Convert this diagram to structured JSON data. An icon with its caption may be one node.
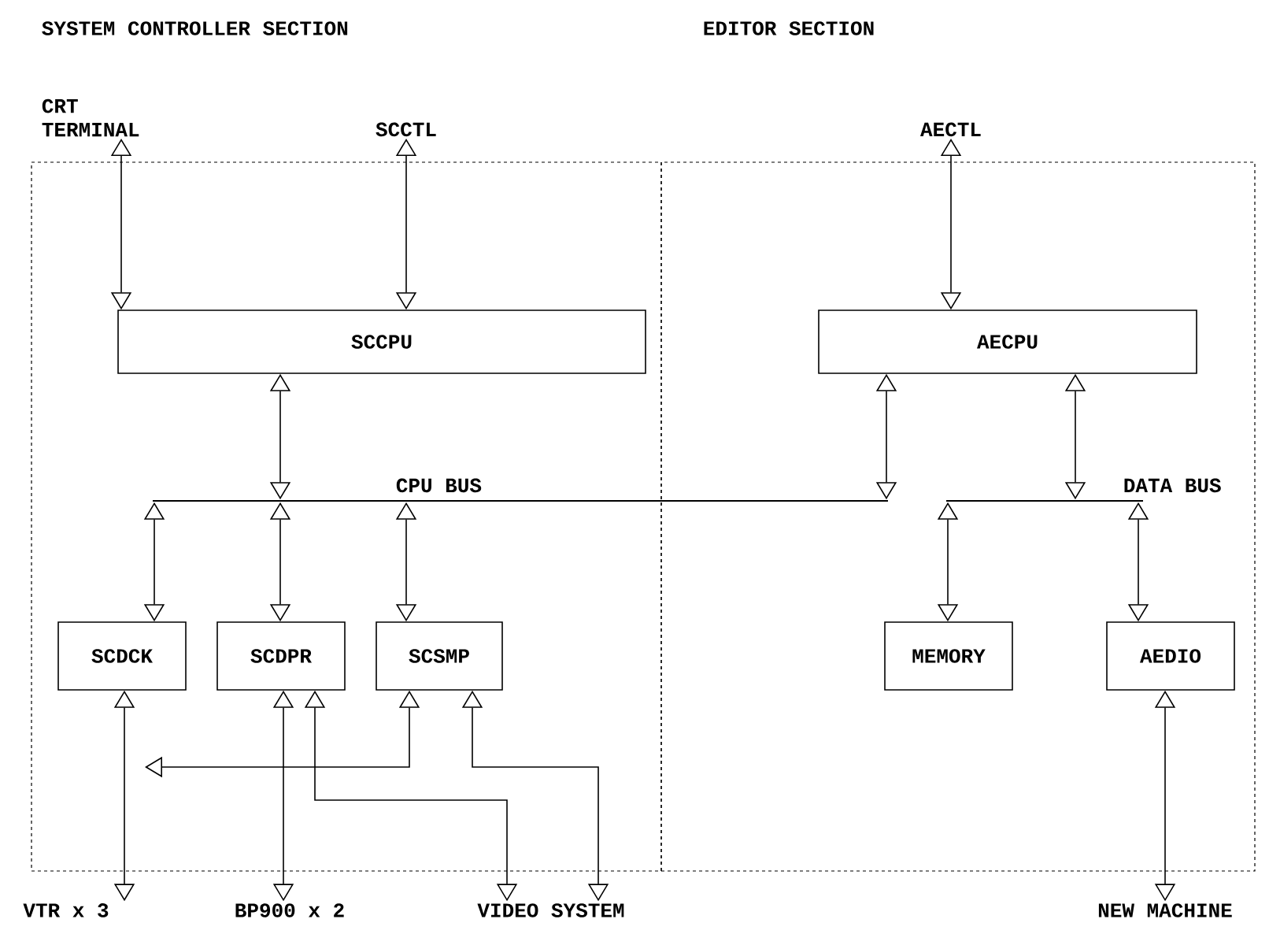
{
  "diagram": {
    "nodes": [
      {
        "text": [],
        "shape": "box"
      },
      {
        "text": [],
        "shape": "box"
      },
      {
        "text": [
          "CRT TERMINAL"
        ]
      },
      {
        "text": [
          "SCCTL"
        ]
      },
      {
        "text": [
          "AECTL"
        ]
      },
      {
        "text": [
          "SCCPU"
        ],
        "in": 0
      },
      {
        "text": [
          "AECPU"
        ],
        "in": 1
      },
      {
        "text": [],
        "shape": "line",
        "beside": [
          "CPU BUS"
        ]
      },
      {
        "text": [],
        "shape": "line",
        "beside": [
          "DATA BUS"
        ],
        "in": 1
      },
      {
        "text": [
          "SCDCK"
        ],
        "in": 0
      },
      {
        "text": [
          "SCDPR"
        ],
        "in": 0
      },
      {
        "text": [
          "SCSMP"
        ],
        "in": 0
      },
      {
        "text": [
          "MEMORY"
        ],
        "in": 1
      },
      {
        "text": [
          "AEDIO"
        ],
        "in": 1
      },
      {
        "text": [
          "VTR x 3"
        ]
      },
      {
        "text": [
          "BP900 x 2"
        ]
      },
      {
        "text": [
          "VIDEO SYSTEM"
        ]
      },
      {
        "text": [
          "NEW MACHINE"
        ]
      }
    ],
    "edges": [
      {
        "from": 2,
        "to": 5,
        "arrow": "both"
      },
      {
        "from": 3,
        "to": 5,
        "arrow": "both"
      },
      {
        "from": 4,
        "to": 6,
        "arrow": "both"
      },
      {
        "from": 5,
        "to": 7,
        "arrow": "both"
      },
      {
        "from": 6,
        "to": 7,
        "arrow": "both"
      },
      {
        "from": 6,
        "to": 8,
        "arrow": "both"
      },
      {
        "from": 7,
        "to": 9,
        "arrow": "both"
      },
      {
        "from": 7,
        "to": 10,
        "arrow": "both"
      },
      {
        "from": 7,
        "to": 11,
        "arrow": "both"
      },
      {
        "from": 8,
        "to": 12,
        "arrow": "both"
      },
      {
        "from": 8,
        "to": 13,
        "arrow": "both"
      },
      {
        "from": 9,
        "to": 14,
        "arrow": "both"
      },
      {
        "from": 10,
        "to": 15,
        "arrow": "both"
      },
      {
        "from": 10,
        "to": 16,
        "arrow": "both"
      },
      {
        "from": 11,
        "to": null,
        "arrow": "both"
      },
      {
        "from": 11,
        "to": 16,
        "arrow": "both"
      },
      {
        "from": 13,
        "to": 17,
        "arrow": "both"
      }
    ],
    "labels": [
      "SYSTEM CONTROLLER SECTION",
      "EDITOR SECTION"
    ]
  }
}
